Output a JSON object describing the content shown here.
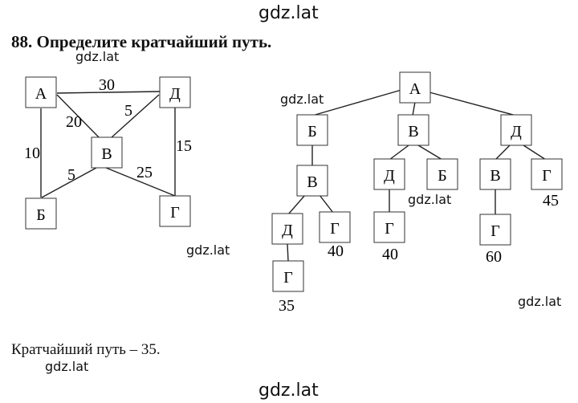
{
  "watermarks": [
    "gdz.lat",
    "gdz.lat",
    "gdz.lat",
    "gdz.lat",
    "gdz.lat",
    "gdz.lat",
    "gdz.lat",
    "gdz.lat"
  ],
  "task": {
    "title": "88. Определите кратчайший путь."
  },
  "answer": "Кратчайший путь – 35.",
  "graph": {
    "nodes": {
      "A": "А",
      "D": "Д",
      "V": "В",
      "B": "Б",
      "G": "Г"
    },
    "edges": {
      "AD": "30",
      "AV": "20",
      "VD": "5",
      "AB": "10",
      "DG": "15",
      "VB": "5",
      "VG": "25"
    }
  },
  "tree": {
    "nodes": {
      "root": "А",
      "n1": "Б",
      "n2": "В",
      "n3": "Д",
      "n1a": "В",
      "n1aa": "Д",
      "n1ab": "Г",
      "n1aaa": "Г",
      "n2a": "Д",
      "n2b": "Б",
      "n2aa": "Г",
      "n3a": "В",
      "n3b": "Г",
      "n3aa": "Г"
    },
    "sums": {
      "n1ab": "40",
      "n1aaa": "35",
      "n2aa": "40",
      "n3aa": "60",
      "n3b": "45"
    }
  }
}
